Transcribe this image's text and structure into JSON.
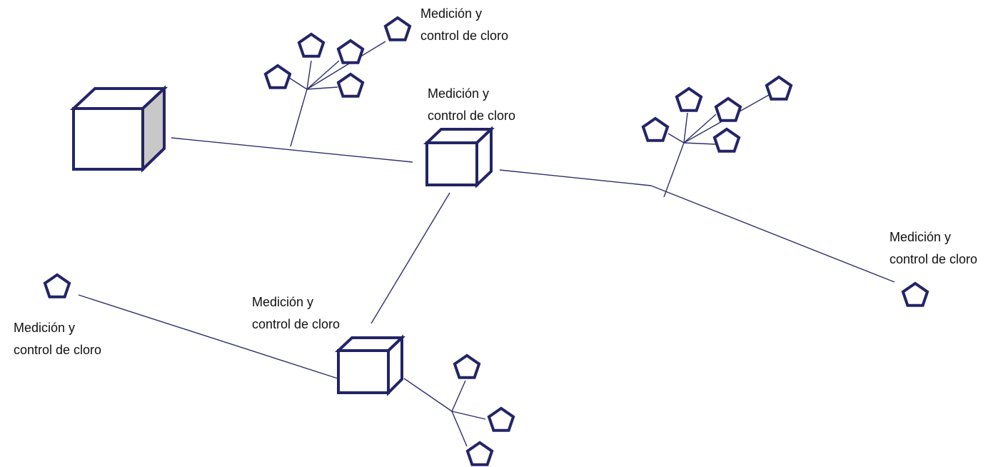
{
  "colors": {
    "outline": "#232467",
    "pipe": "#2e2f6e",
    "side_shade": "#c8c8c8",
    "background": "#ffffff"
  },
  "nodes": {
    "main_tank": {
      "icon": "large-tank-cube-icon"
    },
    "station_1": {
      "icon": "station-cube-icon"
    },
    "station_2": {
      "icon": "station-cube-icon"
    },
    "consumer": {
      "icon": "pentagon-consumer-icon"
    }
  },
  "labels": {
    "top_cluster": {
      "line1": "Medición y",
      "line2": "control de cloro"
    },
    "station_1": {
      "line1": "Medición y",
      "line2": "control de cloro"
    },
    "far_right": {
      "line1": "Medición y",
      "line2": "control de cloro"
    },
    "station_2": {
      "line1": "Medición y",
      "line2": "control de cloro"
    },
    "far_left": {
      "line1": "Medición y",
      "line2": "control de cloro"
    }
  }
}
